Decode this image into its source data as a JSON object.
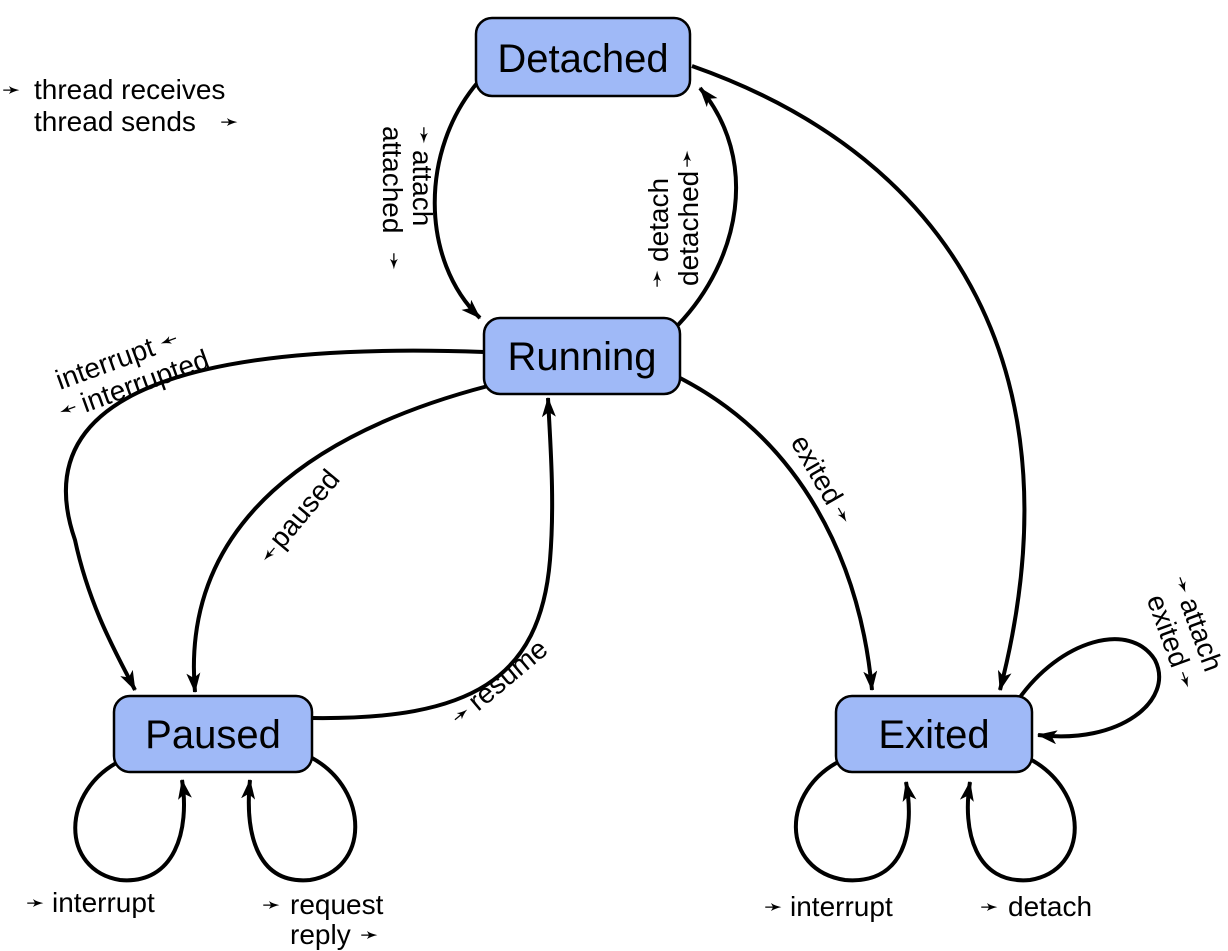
{
  "legend": {
    "receives": "thread receives",
    "sends": "thread sends",
    "arrow": "➛"
  },
  "states": {
    "detached": "Detached",
    "running": "Running",
    "paused": "Paused",
    "exited": "Exited"
  },
  "transitions": {
    "attach": "attach",
    "attached": "attached",
    "detach": "detach",
    "detached": "detached",
    "interrupt": "interrupt",
    "interrupted": "interrupted",
    "paused": "paused",
    "exited": "exited",
    "resume": "resume",
    "paused_interrupt": "interrupt",
    "request": "request",
    "reply": "reply",
    "exited_interrupt": "interrupt",
    "exited_detach": "detach",
    "exited_attach": "attach",
    "exited_exited": "exited"
  }
}
